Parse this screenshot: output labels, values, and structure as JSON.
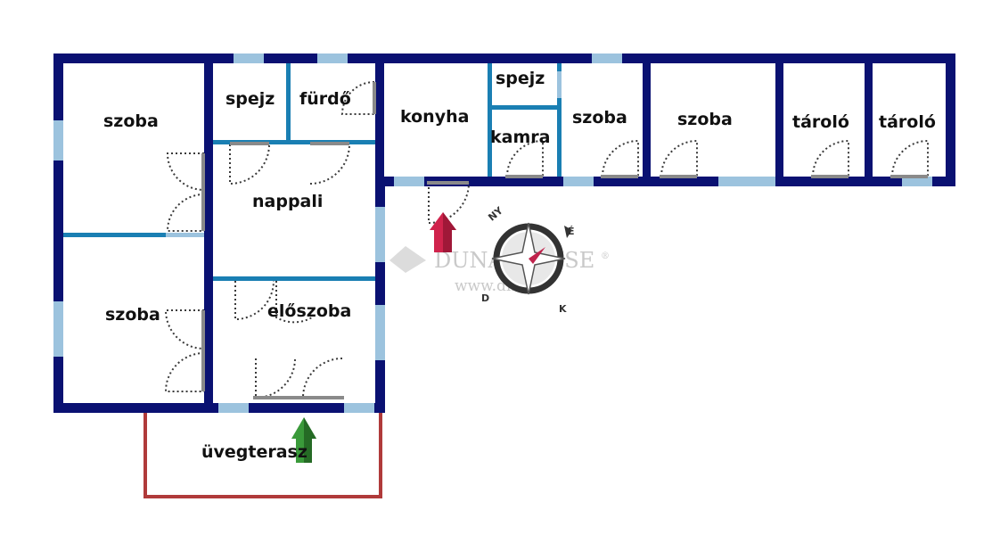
{
  "colors": {
    "wall": "#0a1172",
    "window": "#9cc3de",
    "partition": "#1a7fb3",
    "terrace": "#b03a3a",
    "door_swing": "#3a3a3a",
    "entry_arrow": "#d0234c",
    "terrace_arrow": "#3a9a3a",
    "watermark": "#c9c9c9"
  },
  "rooms": {
    "szoba_top_left": "szoba",
    "spejz_left": "spejz",
    "furdo": "fürdő",
    "konyha": "konyha",
    "spejz_right": "spejz",
    "kamra": "kamra",
    "szoba_mid": "szoba",
    "szoba_right": "szoba",
    "tarolo_1": "tároló",
    "tarolo_2": "tároló",
    "nappali": "nappali",
    "szoba_bottom_left": "szoba",
    "eloszoba": "előszoba",
    "uvegterasz": "üvegterasz"
  },
  "watermark": {
    "brand": "DUNA HOUSE",
    "registered": "®",
    "url": "www.dh.hu"
  },
  "compass": {
    "ny": "NY",
    "e": "É",
    "d": "D",
    "k": "K",
    "icon": "compass-icon"
  },
  "arrows": {
    "entrance": "entrance-arrow-icon",
    "terrace": "terrace-arrow-icon"
  }
}
